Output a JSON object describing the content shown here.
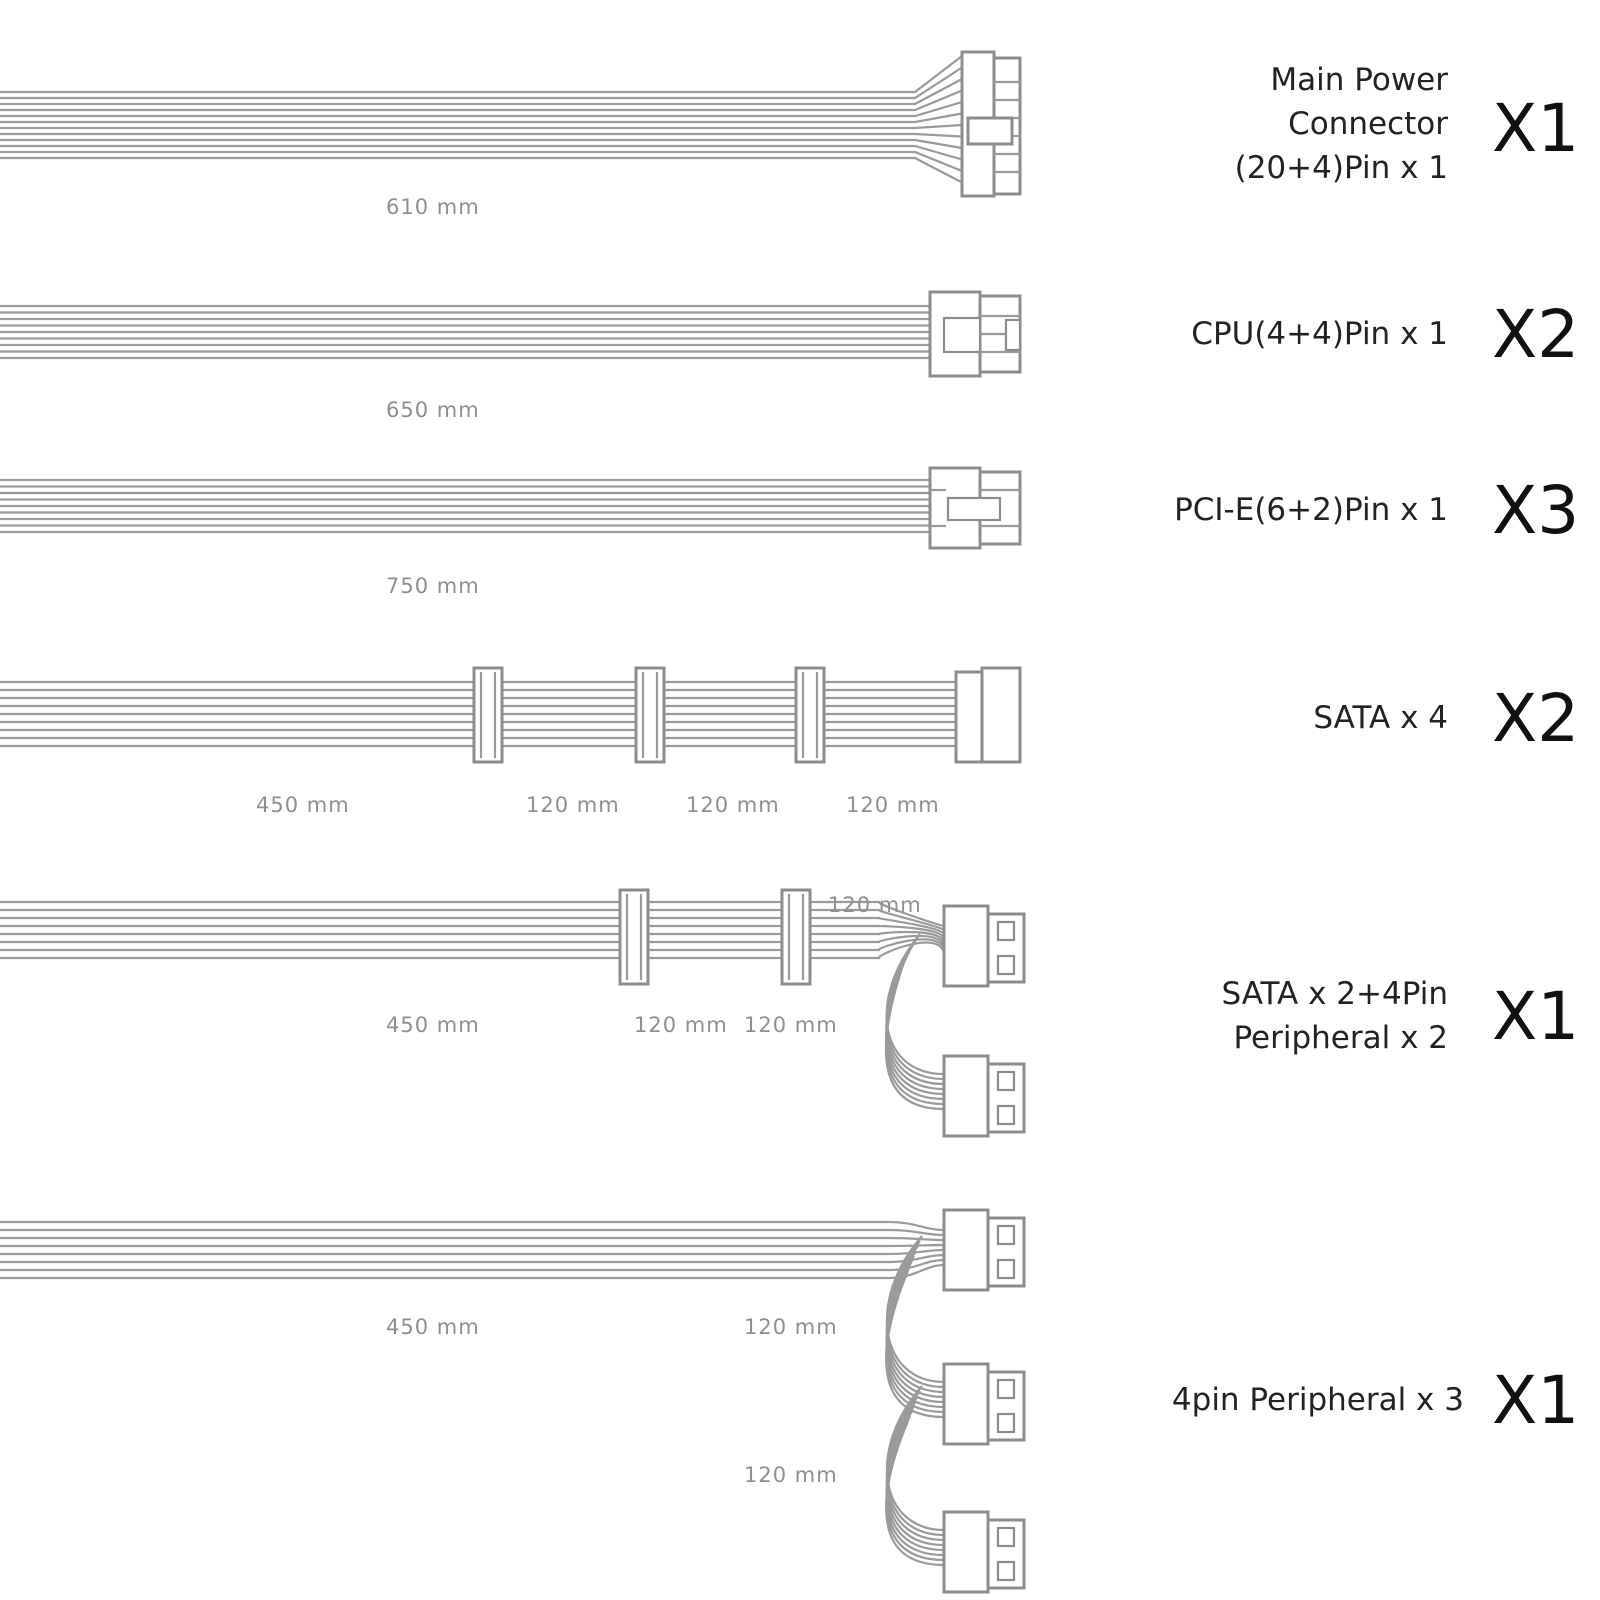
{
  "cables": [
    {
      "name": "Main Power Connector (20+4)Pin x 1",
      "label_lines": [
        "Main Power",
        "Connector",
        "(20+4)Pin x 1"
      ],
      "quantity": "X1",
      "lengths": [
        "610 mm"
      ]
    },
    {
      "name": "CPU(4+4)Pin x 1",
      "label_lines": [
        "CPU(4+4)Pin x 1"
      ],
      "quantity": "X2",
      "lengths": [
        "650 mm"
      ]
    },
    {
      "name": "PCI-E(6+2)Pin x 1",
      "label_lines": [
        "PCI-E(6+2)Pin x 1"
      ],
      "quantity": "X3",
      "lengths": [
        "750 mm"
      ]
    },
    {
      "name": "SATA x 4",
      "label_lines": [
        "SATA x 4"
      ],
      "quantity": "X2",
      "lengths": [
        "450 mm",
        "120 mm",
        "120 mm",
        "120 mm"
      ]
    },
    {
      "name": "SATA x 2+4Pin Peripheral x 2",
      "label_lines": [
        "SATA x 2+4Pin",
        "Peripheral x 2"
      ],
      "quantity": "X1",
      "lengths": [
        "450 mm",
        "120 mm",
        "120 mm",
        "120 mm"
      ]
    },
    {
      "name": "4pin Peripheral x 3",
      "label_lines": [
        "4pin Peripheral x 3"
      ],
      "quantity": "X1",
      "lengths": [
        "450 mm",
        "120 mm",
        "120 mm"
      ]
    }
  ],
  "colors": {
    "wire": "#9a9a9a",
    "connector": "#8c8c8c",
    "length_text": "#8f8f8f",
    "label_text": "#222222"
  }
}
